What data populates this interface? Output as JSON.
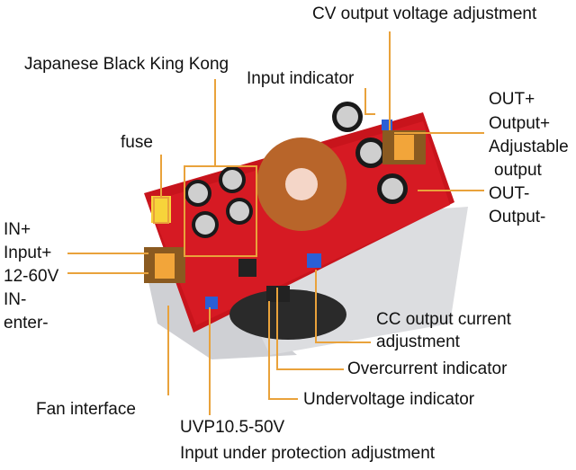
{
  "labels": {
    "cv": "CV output voltage adjustment",
    "jbkk": "Japanese Black King Kong",
    "input_indicator": "Input indicator",
    "fuse": "fuse",
    "out_plus": "OUT+",
    "output_plus": "Output+",
    "adjustable": "Adjustable",
    "output": "output",
    "out_minus": "OUT-",
    "output_minus": "Output-",
    "in_plus": "IN+",
    "input_plus": "Input+",
    "range": "12-60V",
    "in_minus": "IN-",
    "enter_minus": "enter-",
    "cc": "CC output current",
    "cc2": "adjustment",
    "overcurrent": "Overcurrent indicator",
    "undervoltage": "Undervoltage indicator",
    "fan": "Fan interface",
    "uvp": "UVP10.5-50V",
    "uvp2": "Input under protection adjustment"
  },
  "colors": {
    "leader": "#e9a23b",
    "pcb": "#c8141c",
    "heatsink": "#d9d9dc"
  }
}
